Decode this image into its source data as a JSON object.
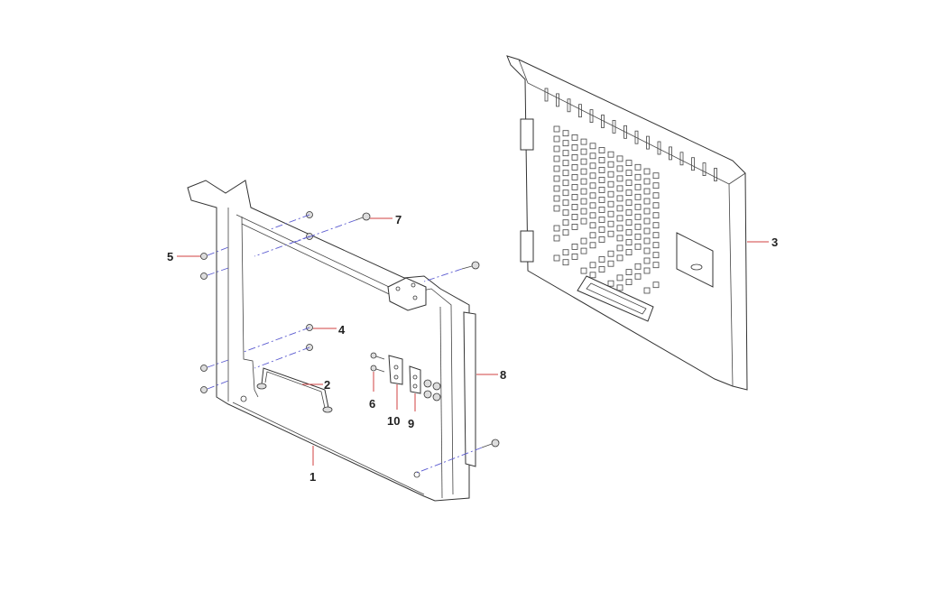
{
  "callouts": {
    "c1": "1",
    "c2": "2",
    "c3": "3",
    "c4": "4",
    "c5": "5",
    "c6": "6",
    "c7": "7",
    "c8": "8",
    "c9": "9",
    "c10": "10"
  },
  "colors": {
    "leader": "#d04040",
    "assembly_line": "#5a5ad0",
    "outline": "#333333"
  }
}
